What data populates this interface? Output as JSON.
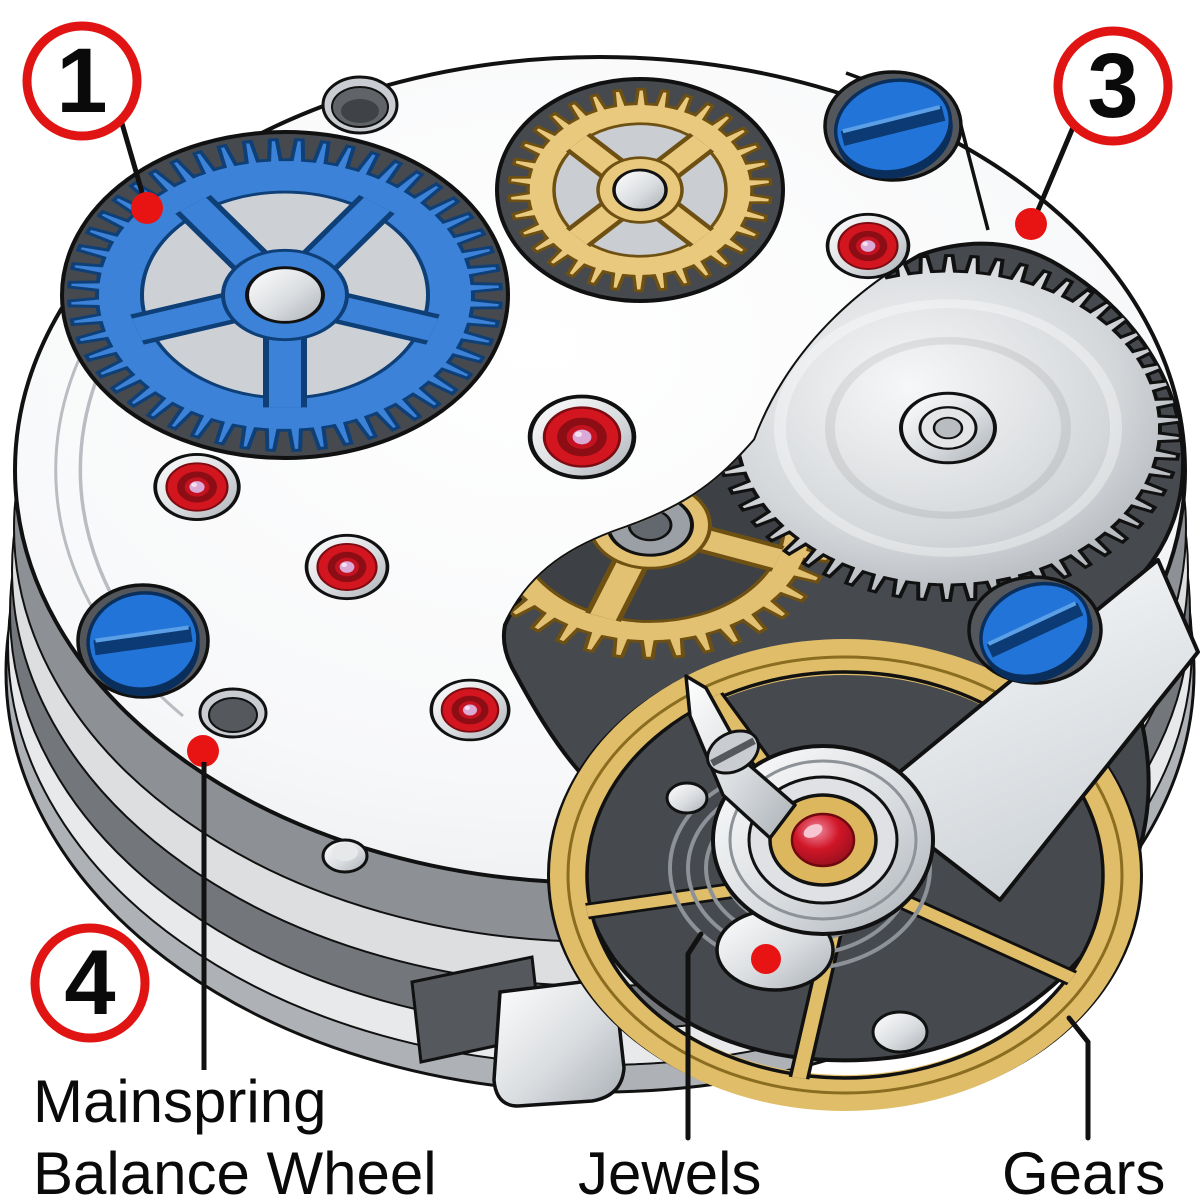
{
  "figure": {
    "callouts": {
      "c1": "1",
      "c3": "3",
      "c4": "4"
    },
    "labels": {
      "mainspring": "Mainspring",
      "balance_wheel": "Balance Wheel",
      "jewels": "Jewels",
      "gears": "Gears"
    },
    "markers": {
      "dot_icon": "red-dot-marker",
      "callout_icon": "red-circled-number"
    },
    "colors": {
      "background": "#ffffff",
      "outline": "#111111",
      "callout_ring_red": "#e11414",
      "marker_dot_red": "#e81414",
      "gear_blue": "#3b82d8",
      "gear_blue_dark": "#0e3f77",
      "gear_gold": "#e3c172",
      "gear_gold_dark": "#6e5012",
      "steel_silver": "#c9cdd2",
      "recess_gray": "#46494d",
      "screw_blue": "#2274d8",
      "jewel_red": "#d2151f",
      "ruby_pink": "#dba9d6"
    }
  }
}
